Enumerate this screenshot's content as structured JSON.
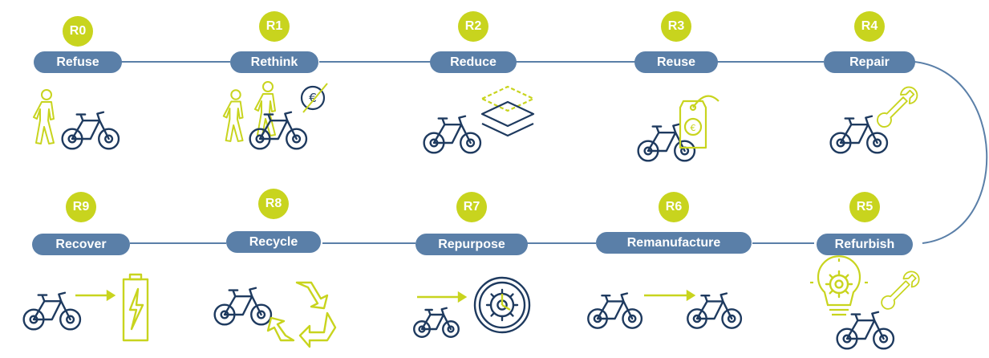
{
  "colors": {
    "badge": "#c8d41e",
    "pill": "#5a7fa8",
    "dark": "#1e3a5f",
    "accent": "#c8d41e",
    "line": "#5a7fa8"
  },
  "steps": [
    {
      "code": "R0",
      "name": "Refuse",
      "icon": "bike-with-walking-person-icon"
    },
    {
      "code": "R1",
      "name": "Rethink",
      "icon": "bike-with-two-people-and-euro-icon"
    },
    {
      "code": "R2",
      "name": "Reduce",
      "icon": "bike-with-layers-icon"
    },
    {
      "code": "R3",
      "name": "Reuse",
      "icon": "bike-with-price-tag-icon"
    },
    {
      "code": "R4",
      "name": "Repair",
      "icon": "bike-with-wrench-icon"
    },
    {
      "code": "R5",
      "name": "Refurbish",
      "icon": "bike-with-gear-bulb-and-wrench-icon"
    },
    {
      "code": "R6",
      "name": "Remanufacture",
      "icon": "bike-to-bike-arrow-icon"
    },
    {
      "code": "R7",
      "name": "Repurpose",
      "icon": "bike-to-gear-arrow-icon"
    },
    {
      "code": "R8",
      "name": "Recycle",
      "icon": "bike-with-recycle-symbol-icon"
    },
    {
      "code": "R9",
      "name": "Recover",
      "icon": "bike-to-battery-arrow-icon"
    }
  ]
}
